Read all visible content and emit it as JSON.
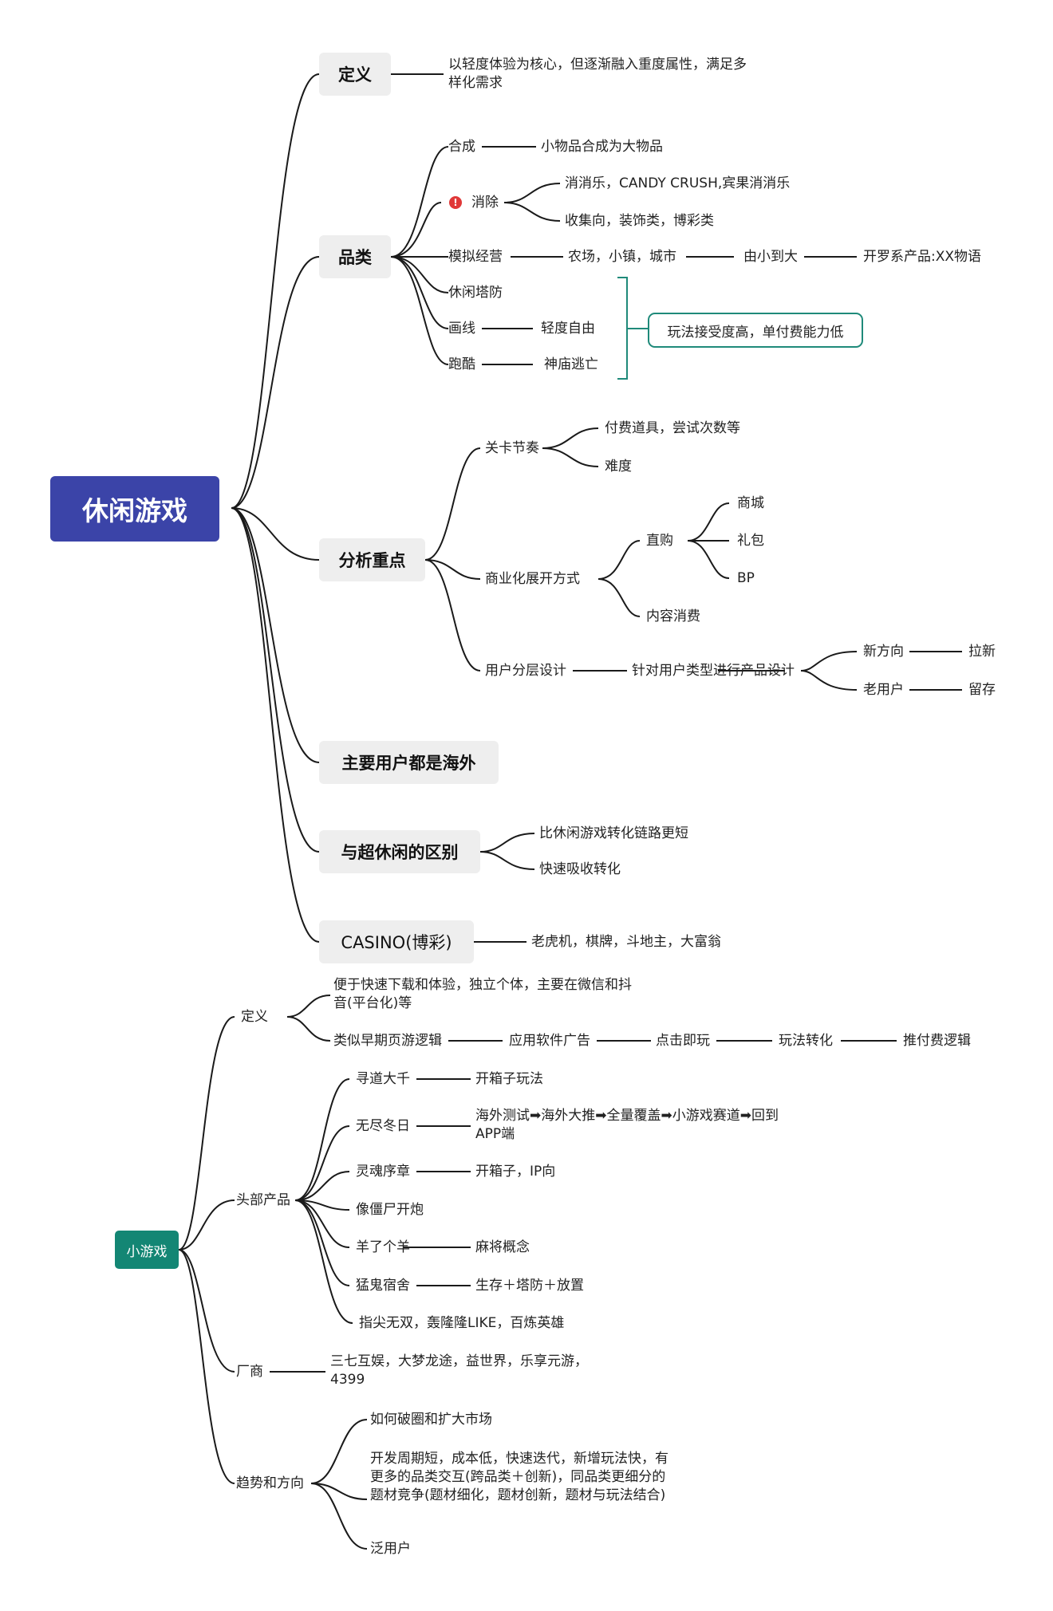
{
  "map1": {
    "root": "休闲游戏",
    "definition": {
      "label": "定义",
      "text": "以轻度体验为核心，但逐渐融入重度属性，满足多样化需求"
    },
    "category": {
      "label": "品类",
      "merge": {
        "label": "合成",
        "desc": "小物品合成为大物品"
      },
      "eliminate": {
        "label": "消除",
        "flag": "!",
        "items": [
          "消消乐，CANDY CRUSH,宾果消消乐",
          "收集向，装饰类，博彩类"
        ]
      },
      "simulation": {
        "label": "模拟经营",
        "chain": [
          "农场，小镇，城市",
          "由小到大",
          "开罗系产品:XX物语"
        ]
      },
      "tower": {
        "label": "休闲塔防"
      },
      "drawing": {
        "label": "画线",
        "desc": "轻度自由"
      },
      "parkour": {
        "label": "跑酷",
        "desc": "神庙逃亡"
      },
      "summary": "玩法接受度高，单付费能力低"
    },
    "analysis": {
      "label": "分析重点",
      "level": {
        "label": "关卡节奏",
        "items": [
          "付费道具，尝试次数等",
          "难度"
        ]
      },
      "monetize": {
        "label": "商业化展开方式",
        "direct": {
          "label": "直购",
          "items": [
            "商城",
            "礼包",
            "BP"
          ]
        },
        "content": "内容消费"
      },
      "user": {
        "label": "用户分层设计",
        "design": "针对用户类型进行产品设计",
        "new": {
          "label": "新方向",
          "result": "拉新"
        },
        "old": {
          "label": "老用户",
          "result": "留存"
        }
      }
    },
    "overseas": {
      "label": "主要用户都是海外"
    },
    "diff": {
      "label": "与超休闲的区别",
      "items": [
        "比休闲游戏转化链路更短",
        "快速吸收转化"
      ]
    },
    "casino": {
      "label": "CASINO(博彩)",
      "desc": "老虎机，棋牌，斗地主，大富翁"
    }
  },
  "map2": {
    "root": "小游戏",
    "definition": {
      "label": "定义",
      "desc1": "便于快速下载和体验，独立个体，主要在微信和抖音(平台化)等",
      "chain": [
        "类似早期页游逻辑",
        "应用软件广告",
        "点击即玩",
        "玩法转化",
        "推付费逻辑"
      ]
    },
    "products": {
      "label": "头部产品",
      "items": [
        {
          "name": "寻道大千",
          "desc": "开箱子玩法"
        },
        {
          "name": "无尽冬日",
          "desc": "海外测试➡海外大推➡全量覆盖➡小游戏赛道➡回到APP端"
        },
        {
          "name": "灵魂序章",
          "desc": "开箱子，IP向"
        },
        {
          "name": "像僵尸开炮",
          "desc": ""
        },
        {
          "name": "羊了个羊",
          "desc": "麻将概念"
        },
        {
          "name": "猛鬼宿舍",
          "desc": "生存＋塔防＋放置"
        },
        {
          "name": "指尖无双，轰隆隆LIKE，百炼英雄",
          "desc": ""
        }
      ]
    },
    "vendors": {
      "label": "厂商",
      "desc": "三七互娱，大梦龙途，益世界，乐享元游，4399"
    },
    "trends": {
      "label": "趋势和方向",
      "items": [
        "如何破圈和扩大市场",
        "开发周期短，成本低，快速迭代，新增玩法快，有更多的品类交互(跨品类＋创新)，同品类更细分的题材竞争(题材细化，题材创新，题材与玩法结合)",
        "泛用户"
      ]
    }
  },
  "colors": {
    "root1": "#3b44a8",
    "root2": "#138674",
    "summary_border": "#1f8a7a",
    "flag": "#e03838",
    "line": "#1a1a1a"
  }
}
